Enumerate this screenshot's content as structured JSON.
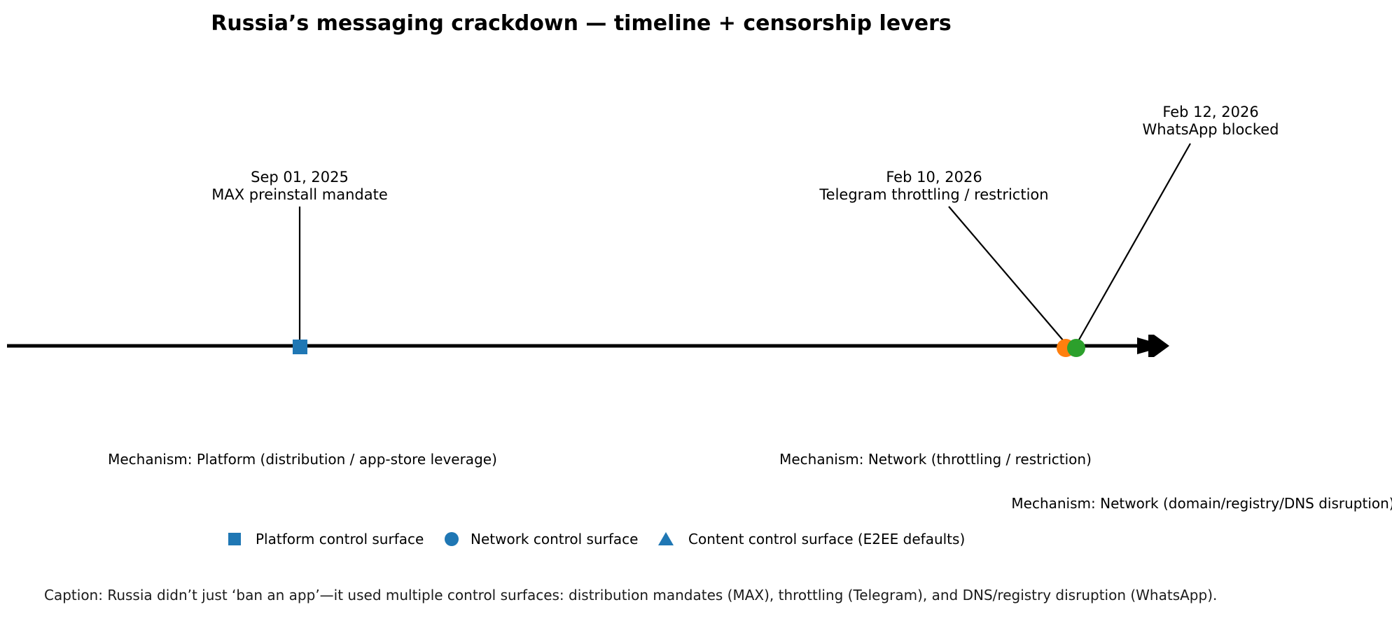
{
  "title": "Russia’s messaging crackdown — timeline + censorship levers",
  "caption": "Caption: Russia didn’t just ‘ban an app’—it used multiple control surfaces: distribution mandates (MAX), throttling (Telegram), and DNS/registry disruption (WhatsApp).",
  "colors": {
    "platform_blue": "#1f77b4",
    "network_orange": "#ff7f0e",
    "dns_green": "#2ca02c",
    "axis_black": "#000000",
    "background": "#ffffff"
  },
  "chart_data": {
    "type": "timeline",
    "title": "Russia’s messaging crackdown — timeline + censorship levers",
    "xlabel": "",
    "ylabel": "",
    "axis": {
      "arrow": true,
      "direction": "left-to-right",
      "grid": false,
      "tick_labels": []
    },
    "events": [
      {
        "date": "Sep 01, 2025",
        "label": "MAX preinstall mandate",
        "annotation": "Sep 01, 2025\nMAX preinstall mandate",
        "marker": "square",
        "color": "#1f77b4",
        "surface": "Platform control surface",
        "mechanism": "Mechanism: Platform (distribution / app-store leverage)"
      },
      {
        "date": "Feb 10, 2026",
        "label": "Telegram throttling / restriction",
        "annotation": "Feb 10, 2026\nTelegram throttling / restriction",
        "marker": "circle",
        "color": "#ff7f0e",
        "surface": "Network control surface",
        "mechanism": "Mechanism: Network (throttling / restriction)"
      },
      {
        "date": "Feb 12, 2026",
        "label": "WhatsApp blocked",
        "annotation": "Feb 12, 2026\nWhatsApp blocked",
        "marker": "circle",
        "color": "#2ca02c",
        "surface": "Network control surface",
        "mechanism": "Mechanism: Network (domain/registry/DNS disruption)"
      }
    ],
    "legend": {
      "position": "bottom",
      "entries": [
        {
          "label": "Platform control surface",
          "marker": "square",
          "color": "#1f77b4"
        },
        {
          "label": "Network control surface",
          "marker": "circle",
          "color": "#1f77b4"
        },
        {
          "label": "Content control surface (E2EE defaults)",
          "marker": "triangle",
          "color": "#1f77b4"
        }
      ]
    }
  },
  "annotations": {
    "event1_line1": "Sep 01, 2025",
    "event1_line2": "MAX preinstall mandate",
    "event2_line1": "Feb 10, 2026",
    "event2_line2": "Telegram throttling / restriction",
    "event3_line1": "Feb 12, 2026",
    "event3_line2": "WhatsApp blocked"
  },
  "mechanisms": {
    "platform": "Mechanism: Platform (distribution / app-store leverage)",
    "network_throttle": "Mechanism: Network (throttling / restriction)",
    "network_dns": "Mechanism: Network (domain/registry/DNS disruption)"
  },
  "legend": {
    "item1": "Platform control surface",
    "item2": "Network control surface",
    "item3": "Content control surface (E2EE defaults)"
  }
}
